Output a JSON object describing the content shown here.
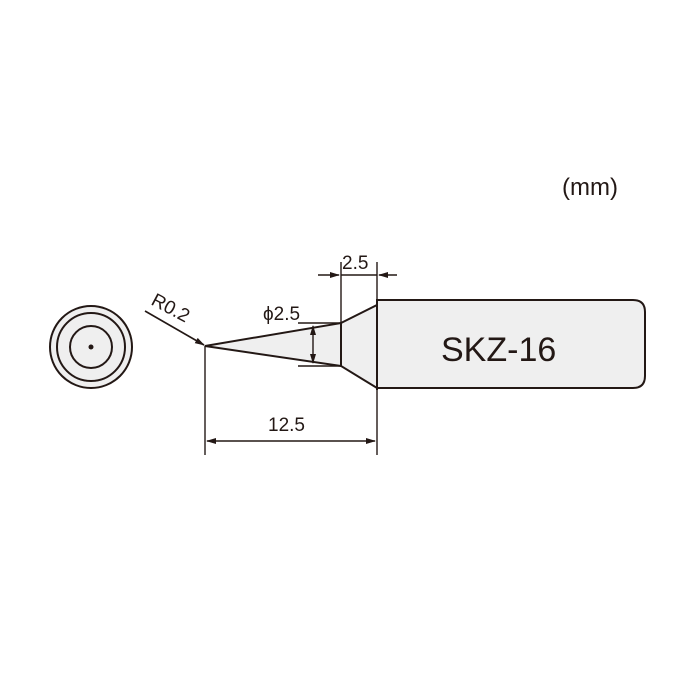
{
  "diagram": {
    "title": "Soldering tip dimension drawing",
    "unit_label": "(mm)",
    "model_label": "SKZ-16",
    "dimensions": {
      "tip_radius": "R0.2",
      "cone_diameter": "ϕ2.5",
      "shoulder_length": "2.5",
      "overall_tip_length": "12.5"
    },
    "views": [
      {
        "name": "end-view",
        "shape": "concentric circles"
      },
      {
        "name": "side-view",
        "shape": "conical tip with cylindrical shaft"
      }
    ],
    "colors": {
      "line": "#231815",
      "fill": "#efefef",
      "background": "#ffffff"
    }
  }
}
